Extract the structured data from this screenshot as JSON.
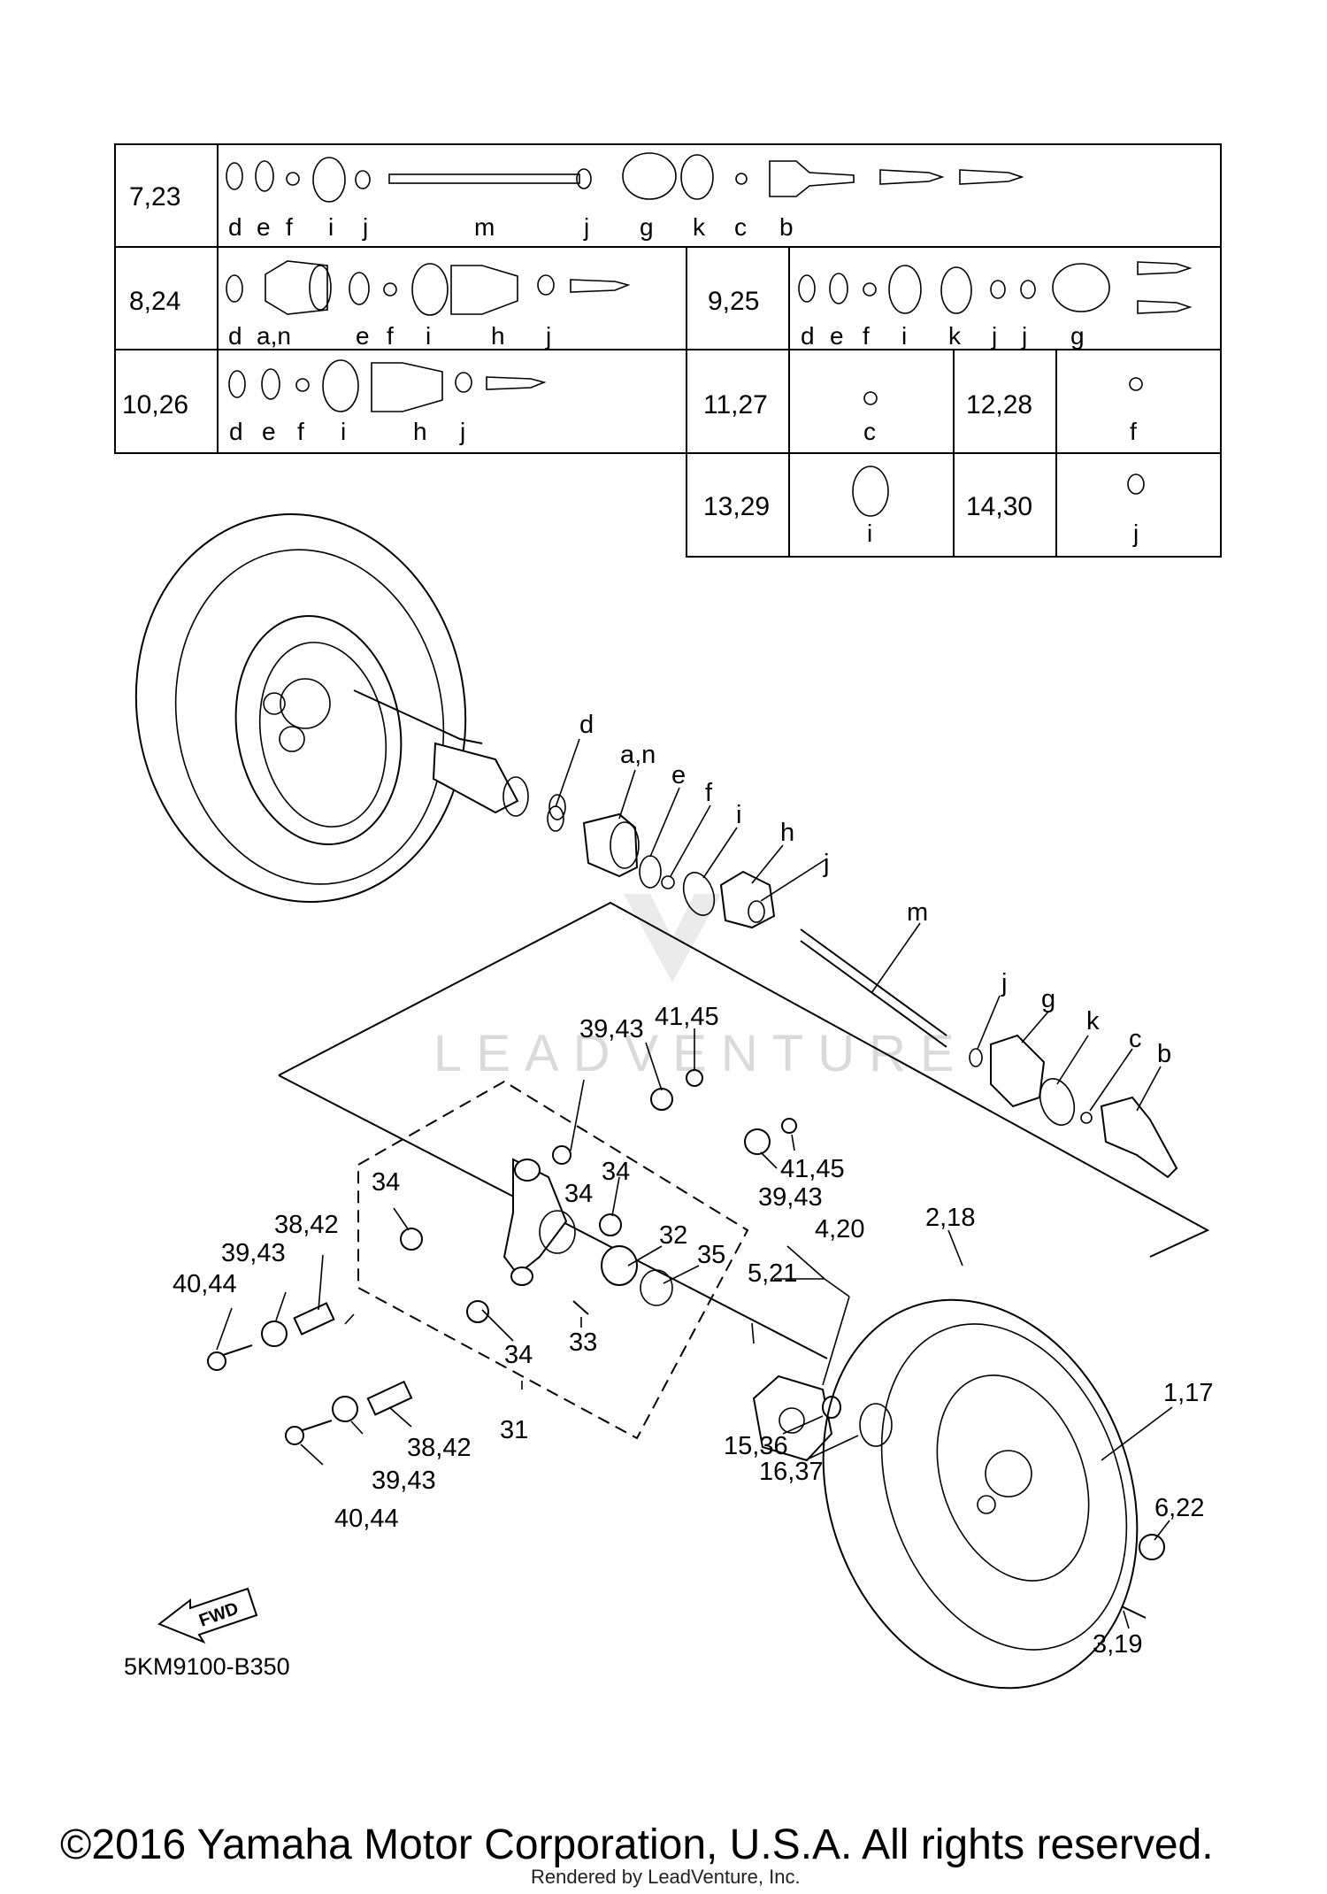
{
  "diagram_code": "5KM9100-B350",
  "copyright": "©2016 Yamaha Motor Corporation, U.S.A. All rights reserved.",
  "rendered_by": "Rendered by LeadVenture, Inc.",
  "watermark": "LEADVENTURE",
  "fwd_label": "FWD",
  "table": {
    "row1": {
      "ref": "7,23",
      "letters": [
        "d",
        "e",
        "f",
        "i",
        "j",
        "m",
        "j",
        "g",
        "k",
        "c",
        "b"
      ]
    },
    "row2a": {
      "ref": "8,24",
      "letters": [
        "d",
        "a,n",
        "e",
        "f",
        "i",
        "h",
        "j"
      ]
    },
    "row2b": {
      "ref": "9,25",
      "letters": [
        "d",
        "e",
        "f",
        "i",
        "k",
        "j",
        "j",
        "g"
      ]
    },
    "row3a": {
      "ref": "10,26",
      "letters": [
        "d",
        "e",
        "f",
        "i",
        "h",
        "j"
      ]
    },
    "row3b": {
      "ref": "11,27",
      "letters": [
        "c"
      ]
    },
    "row3c": {
      "ref": "12,28",
      "letters": [
        "f"
      ]
    },
    "row4b": {
      "ref": "13,29",
      "letters": [
        "i"
      ]
    },
    "row4c": {
      "ref": "14,30",
      "letters": [
        "j"
      ]
    }
  },
  "callouts": {
    "d": "d",
    "an": "a,n",
    "e": "e",
    "f": "f",
    "i": "i",
    "h": "h",
    "j1": "j",
    "m": "m",
    "j2": "j",
    "g": "g",
    "k": "k",
    "c": "c",
    "b": "b",
    "r41_45a": "41,45",
    "r39_43a": "39,43",
    "r34a": "34",
    "r34b": "34",
    "r34c": "34",
    "r41_45b": "41,45",
    "r39_43b": "39,43",
    "r32": "32",
    "r35": "35",
    "r38_42a": "38,42",
    "r39_43c": "39,43",
    "r40_44a": "40,44",
    "r34d": "34",
    "r33": "33",
    "r38_42b": "38,42",
    "r39_43d": "39,43",
    "r40_44b": "40,44",
    "r31": "31",
    "r4_20": "4,20",
    "r5_21": "5,21",
    "r2_18": "2,18",
    "r1_17": "1,17",
    "r15_36": "15,36",
    "r16_37": "16,37",
    "r6_22": "6,22",
    "r3_19": "3,19"
  }
}
